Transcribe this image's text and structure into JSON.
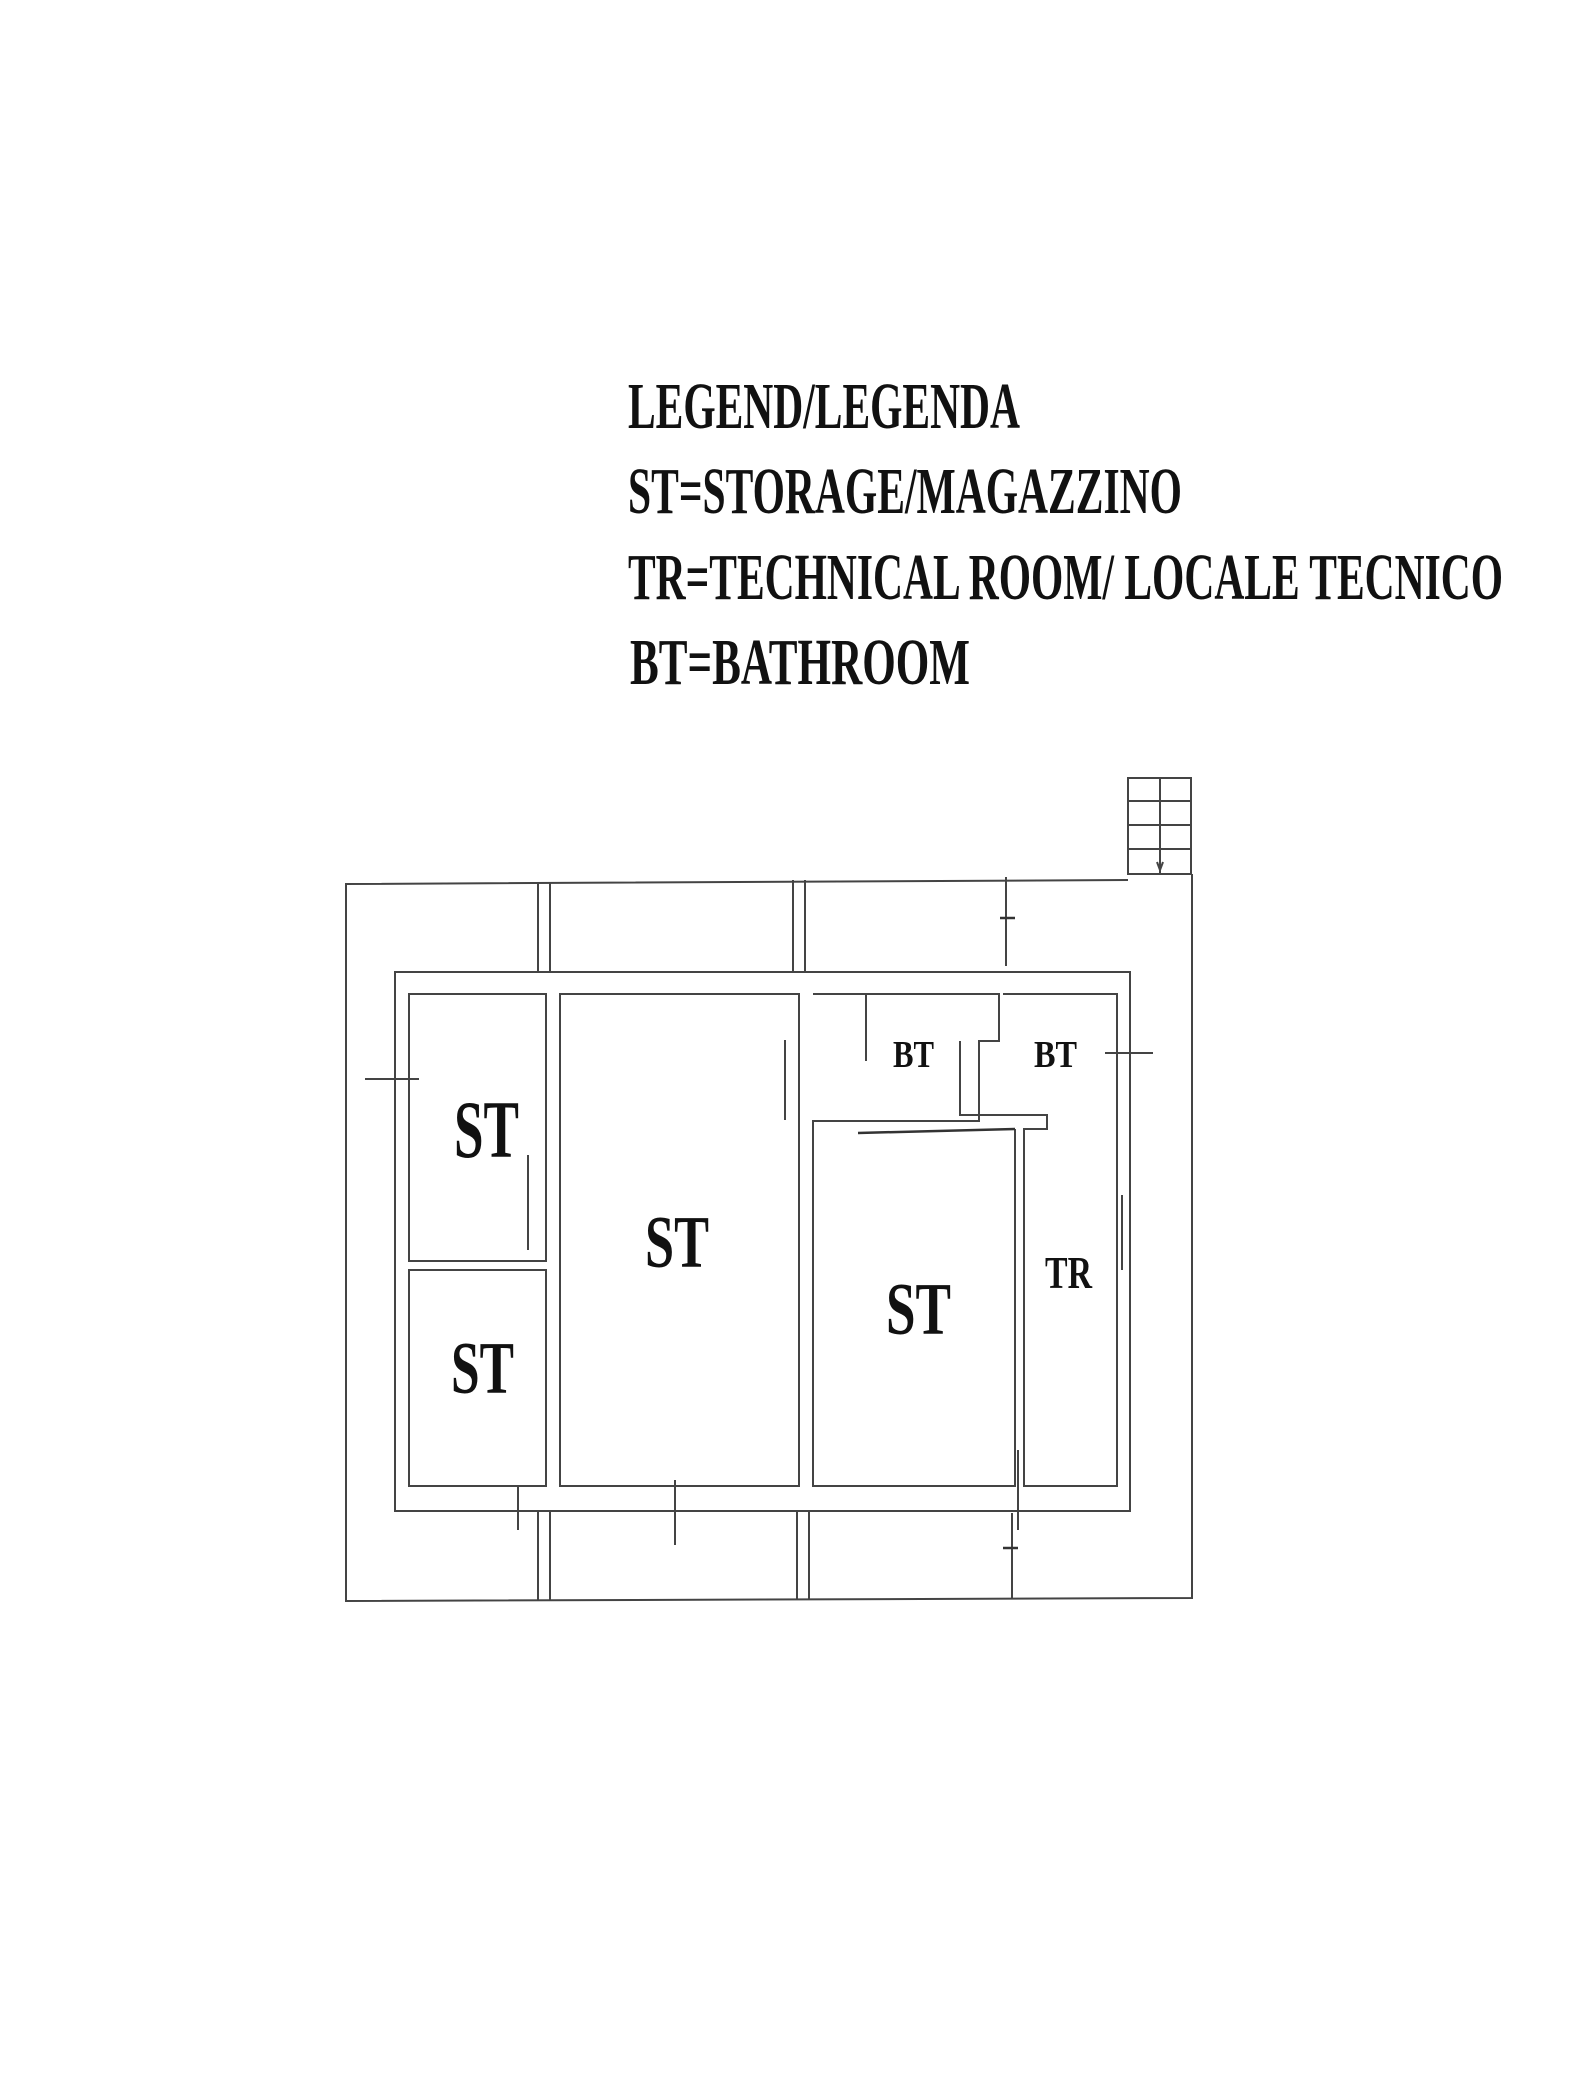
{
  "legend": {
    "title": "LEGEND/LEGENDA",
    "items": [
      "ST=STORAGE/MAGAZZINO",
      "TR=TECHNICAL ROOM/ LOCALE TECNICO",
      "BT=BATHROOM"
    ]
  },
  "rooms": {
    "st_top_left": "ST",
    "st_bottom_left": "ST",
    "st_center": "ST",
    "st_right": "ST",
    "bt_left": "BT",
    "bt_right": "BT",
    "tr": "TR"
  }
}
